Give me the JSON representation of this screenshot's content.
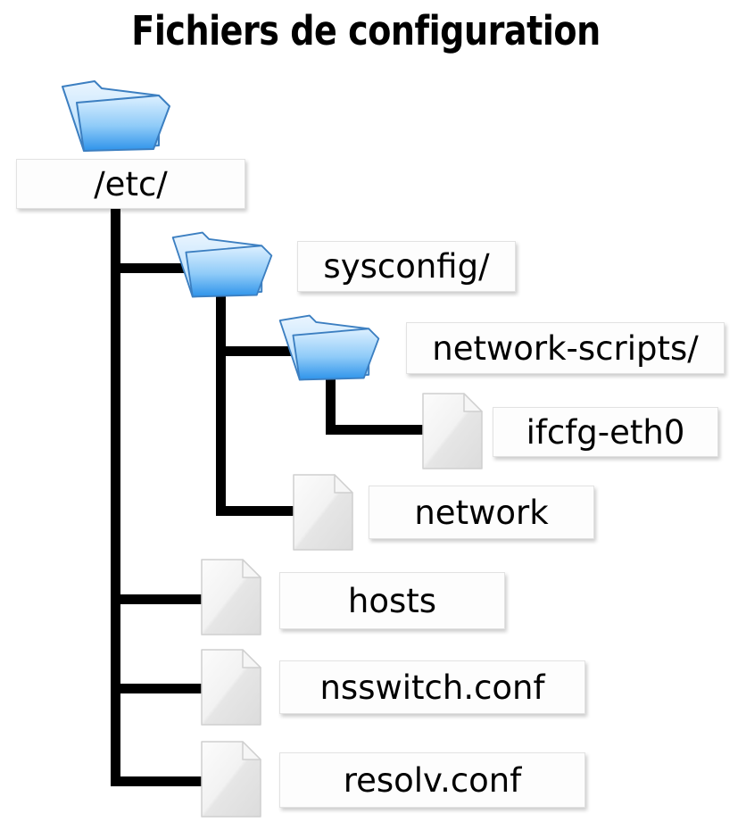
{
  "page": {
    "title": "Fichiers de configuration",
    "background_color": "#ffffff",
    "text_color": "#000000"
  },
  "tree": {
    "root": {
      "id": "etc",
      "label": "/etc/",
      "icon": "folder-open-icon",
      "icon_colors": {
        "fill_light": "#eaf4fe",
        "fill_mid": "#9fd2fa",
        "fill_dark": "#2e93ea",
        "stroke": "#3c7fc1"
      }
    },
    "nodes": [
      {
        "id": "sysconfig",
        "label": "sysconfig/",
        "icon": "folder-open-icon",
        "depth": 1,
        "type": "directory"
      },
      {
        "id": "network-scripts",
        "label": "network-scripts/",
        "icon": "folder-open-icon",
        "depth": 2,
        "type": "directory"
      },
      {
        "id": "ifcfg-eth0",
        "label": "ifcfg-eth0",
        "icon": "file-icon",
        "depth": 3,
        "type": "file"
      },
      {
        "id": "network",
        "label": "network",
        "icon": "file-icon",
        "depth": 2,
        "type": "file"
      },
      {
        "id": "hosts",
        "label": "hosts",
        "icon": "file-icon",
        "depth": 1,
        "type": "file"
      },
      {
        "id": "nsswitch-conf",
        "label": "nsswitch.conf",
        "icon": "file-icon",
        "depth": 1,
        "type": "file"
      },
      {
        "id": "resolv-conf",
        "label": "resolv.conf",
        "icon": "file-icon",
        "depth": 1,
        "type": "file"
      }
    ],
    "connector_color": "#000000",
    "file_icon_colors": {
      "fill_light": "#fbfbfb",
      "fill_dark": "#dedede",
      "stroke": "#cfcfcf",
      "fold": "#f2f2f2"
    }
  }
}
